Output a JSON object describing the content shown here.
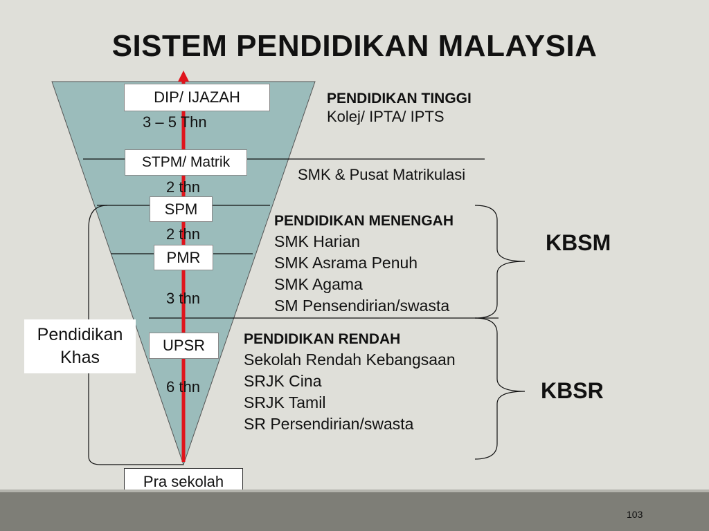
{
  "title": "SISTEM PENDIDIKAN MALAYSIA",
  "boxes": {
    "dip": "DIP/ IJAZAH",
    "stpm": "STPM/ Matrik",
    "spm": "SPM",
    "pmr": "PMR",
    "upsr": "UPSR",
    "prasekolah": "Pra sekolah",
    "khas_line1": "Pendidikan",
    "khas_line2": "Khas"
  },
  "durations": {
    "tinggi": "3 – 5 Thn",
    "stpm": "2 thn",
    "spm": "2 thn",
    "pmr": "3 thn",
    "rendah": "6 thn"
  },
  "tinggi": {
    "heading": "PENDIDIKAN TINGGI",
    "sub": "Kolej/ IPTA/ IPTS"
  },
  "pre_university": "SMK & Pusat Matrikulasi",
  "menengah": {
    "heading": "PENDIDIKAN MENENGAH",
    "items": [
      "SMK Harian",
      "SMK Asrama Penuh",
      "SMK Agama",
      "SM Pensendirian/swasta"
    ]
  },
  "rendah": {
    "heading": "PENDIDIKAN RENDAH",
    "items": [
      "Sekolah Rendah Kebangsaan",
      "SRJK Cina",
      "SRJK Tamil",
      "SR Persendirian/swasta"
    ]
  },
  "curriculum": {
    "kbsm": "KBSM",
    "kbsr": "KBSR"
  },
  "page_number": "103",
  "colors": {
    "triangle": "#9bbcbb",
    "arrow": "#e0141c",
    "background": "#dfdfd9",
    "footer": "#7e7e77"
  }
}
